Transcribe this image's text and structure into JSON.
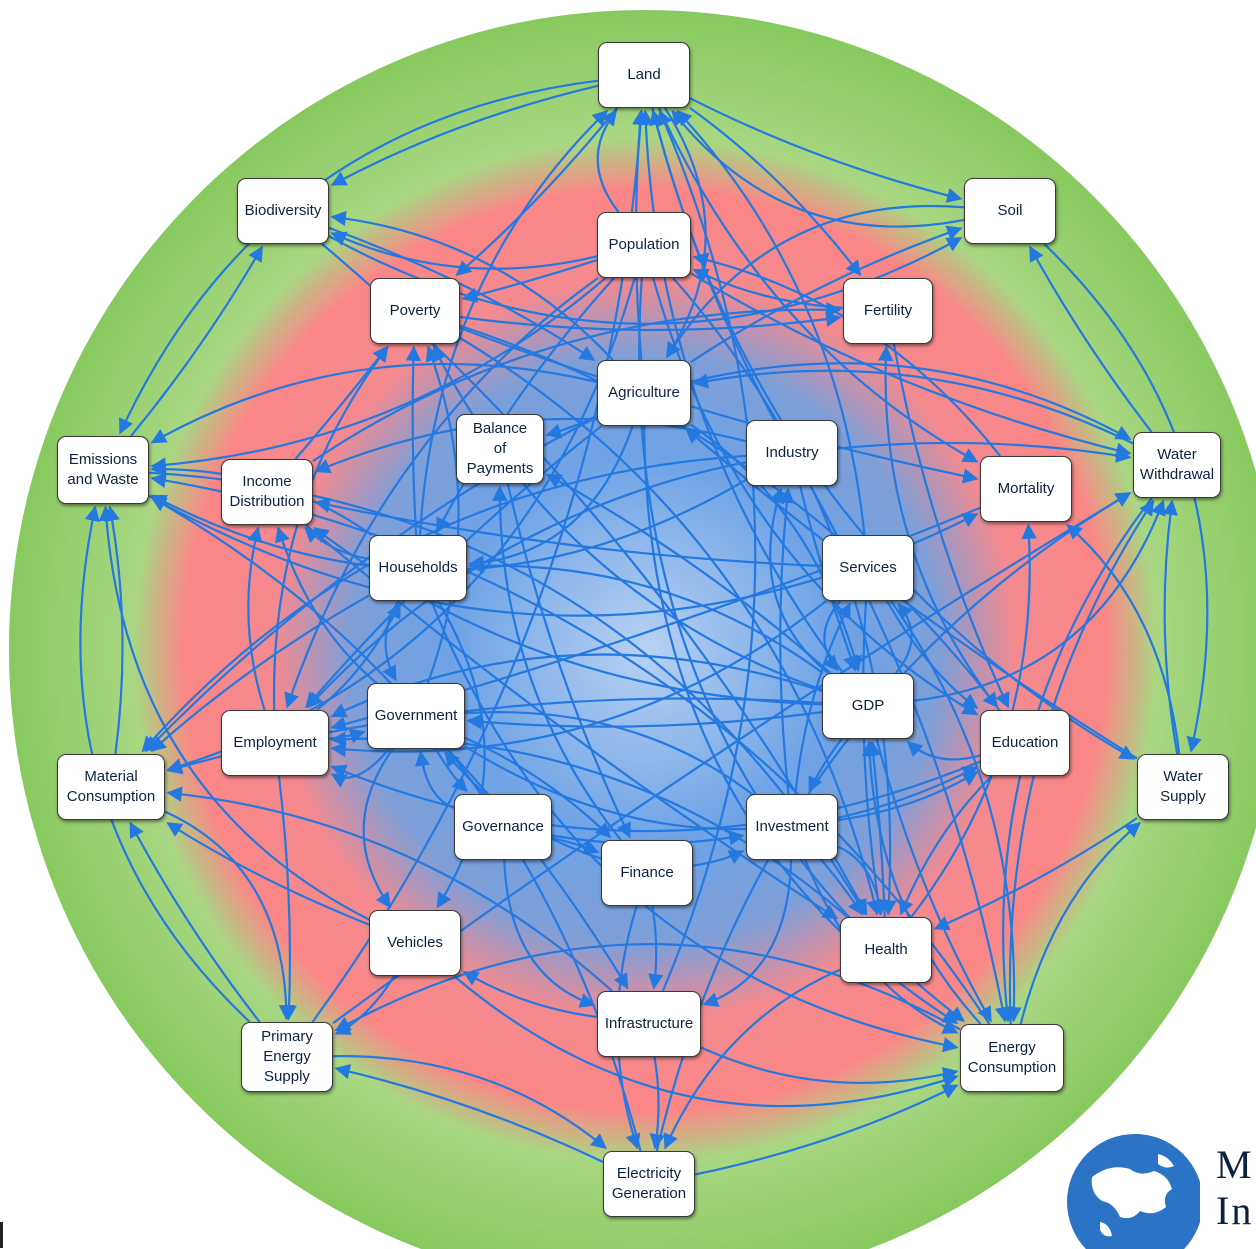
{
  "nodes": [
    {
      "id": "land",
      "label": "Land"
    },
    {
      "id": "soil",
      "label": "Soil"
    },
    {
      "id": "biodiversity",
      "label": "Biodiversity"
    },
    {
      "id": "population",
      "label": "Population"
    },
    {
      "id": "poverty",
      "label": "Poverty"
    },
    {
      "id": "fertility",
      "label": "Fertility"
    },
    {
      "id": "agriculture",
      "label": "Agriculture"
    },
    {
      "id": "balance",
      "label": "Balance\nof\nPayments"
    },
    {
      "id": "industry",
      "label": "Industry"
    },
    {
      "id": "emissions",
      "label": "Emissions\nand Waste"
    },
    {
      "id": "income",
      "label": "Income\nDistribution"
    },
    {
      "id": "mortality",
      "label": "Mortality"
    },
    {
      "id": "withdrawal",
      "label": "Water\nWithdrawal"
    },
    {
      "id": "households",
      "label": "Households"
    },
    {
      "id": "services",
      "label": "Services"
    },
    {
      "id": "gdp",
      "label": "GDP"
    },
    {
      "id": "government",
      "label": "Government"
    },
    {
      "id": "employment",
      "label": "Employment"
    },
    {
      "id": "education",
      "label": "Education"
    },
    {
      "id": "material",
      "label": "Material\nConsumption"
    },
    {
      "id": "watersupply",
      "label": "Water\nSupply"
    },
    {
      "id": "governance",
      "label": "Governance"
    },
    {
      "id": "investment",
      "label": "Investment"
    },
    {
      "id": "finance",
      "label": "Finance"
    },
    {
      "id": "vehicles",
      "label": "Vehicles"
    },
    {
      "id": "health",
      "label": "Health"
    },
    {
      "id": "infrastructure",
      "label": "Infrastructure"
    },
    {
      "id": "primary",
      "label": "Primary\nEnergy\nSupply"
    },
    {
      "id": "energycons",
      "label": "Energy\nConsumption"
    },
    {
      "id": "electricity",
      "label": "Electricity\nGeneration"
    }
  ],
  "edges": [
    [
      "population",
      "land"
    ],
    [
      "agriculture",
      "land"
    ],
    [
      "industry",
      "land"
    ],
    [
      "services",
      "land"
    ],
    [
      "infrastructure",
      "land"
    ],
    [
      "households",
      "land"
    ],
    [
      "gdp",
      "land"
    ],
    [
      "land",
      "biodiversity"
    ],
    [
      "land",
      "soil"
    ],
    [
      "land",
      "emissions"
    ],
    [
      "land",
      "agriculture"
    ],
    [
      "land",
      "poverty"
    ],
    [
      "agriculture",
      "soil"
    ],
    [
      "agriculture",
      "biodiversity"
    ],
    [
      "agriculture",
      "emissions"
    ],
    [
      "agriculture",
      "withdrawal"
    ],
    [
      "agriculture",
      "gdp"
    ],
    [
      "agriculture",
      "employment"
    ],
    [
      "agriculture",
      "balance"
    ],
    [
      "soil",
      "agriculture"
    ],
    [
      "soil",
      "watersupply"
    ],
    [
      "withdrawal",
      "soil"
    ],
    [
      "watersupply",
      "withdrawal"
    ],
    [
      "withdrawal",
      "agriculture"
    ],
    [
      "withdrawal",
      "energycons"
    ],
    [
      "population",
      "biodiversity"
    ],
    [
      "population",
      "emissions"
    ],
    [
      "population",
      "households"
    ],
    [
      "population",
      "withdrawal"
    ],
    [
      "population",
      "energycons"
    ],
    [
      "population",
      "material"
    ],
    [
      "population",
      "poverty"
    ],
    [
      "fertility",
      "population"
    ],
    [
      "mortality",
      "population"
    ],
    [
      "health",
      "mortality"
    ],
    [
      "education",
      "fertility"
    ],
    [
      "income",
      "fertility"
    ],
    [
      "poverty",
      "mortality"
    ],
    [
      "poverty",
      "fertility"
    ],
    [
      "gdp",
      "services"
    ],
    [
      "gdp",
      "industry"
    ],
    [
      "gdp",
      "investment"
    ],
    [
      "gdp",
      "government"
    ],
    [
      "gdp",
      "households"
    ],
    [
      "gdp",
      "employment"
    ],
    [
      "gdp",
      "poverty"
    ],
    [
      "gdp",
      "income"
    ],
    [
      "gdp",
      "balance"
    ],
    [
      "industry",
      "gdp"
    ],
    [
      "services",
      "gdp"
    ],
    [
      "industry",
      "emissions"
    ],
    [
      "industry",
      "energycons"
    ],
    [
      "industry",
      "withdrawal"
    ],
    [
      "industry",
      "employment"
    ],
    [
      "industry",
      "material"
    ],
    [
      "services",
      "employment"
    ],
    [
      "services",
      "energycons"
    ],
    [
      "services",
      "education"
    ],
    [
      "services",
      "health"
    ],
    [
      "government",
      "education"
    ],
    [
      "government",
      "health"
    ],
    [
      "government",
      "infrastructure"
    ],
    [
      "government",
      "finance"
    ],
    [
      "government",
      "poverty"
    ],
    [
      "government",
      "governance"
    ],
    [
      "government",
      "income"
    ],
    [
      "governance",
      "government"
    ],
    [
      "governance",
      "investment"
    ],
    [
      "governance",
      "finance"
    ],
    [
      "governance",
      "infrastructure"
    ],
    [
      "investment",
      "infrastructure"
    ],
    [
      "investment",
      "industry"
    ],
    [
      "investment",
      "services"
    ],
    [
      "investment",
      "energycons"
    ],
    [
      "finance",
      "investment"
    ],
    [
      "finance",
      "government"
    ],
    [
      "finance",
      "balance"
    ],
    [
      "balance",
      "finance"
    ],
    [
      "households",
      "material"
    ],
    [
      "households",
      "energycons"
    ],
    [
      "households",
      "vehicles"
    ],
    [
      "households",
      "poverty"
    ],
    [
      "households",
      "income"
    ],
    [
      "households",
      "government"
    ],
    [
      "households",
      "emissions"
    ],
    [
      "employment",
      "income"
    ],
    [
      "employment",
      "poverty"
    ],
    [
      "employment",
      "households"
    ],
    [
      "income",
      "poverty"
    ],
    [
      "vehicles",
      "energycons"
    ],
    [
      "vehicles",
      "emissions"
    ],
    [
      "vehicles",
      "material"
    ],
    [
      "infrastructure",
      "vehicles"
    ],
    [
      "infrastructure",
      "material"
    ],
    [
      "infrastructure",
      "energycons"
    ],
    [
      "infrastructure",
      "electricity"
    ],
    [
      "primary",
      "electricity"
    ],
    [
      "electricity",
      "energycons"
    ],
    [
      "electricity",
      "primary"
    ],
    [
      "energycons",
      "primary"
    ],
    [
      "primary",
      "emissions"
    ],
    [
      "primary",
      "material"
    ],
    [
      "primary",
      "withdrawal"
    ],
    [
      "primary",
      "land"
    ],
    [
      "energycons",
      "emissions"
    ],
    [
      "energycons",
      "watersupply"
    ],
    [
      "energycons",
      "withdrawal"
    ],
    [
      "material",
      "emissions"
    ],
    [
      "emissions",
      "biodiversity"
    ],
    [
      "emissions",
      "mortality"
    ],
    [
      "emissions",
      "health"
    ],
    [
      "watersupply",
      "health"
    ],
    [
      "watersupply",
      "agriculture"
    ],
    [
      "watersupply",
      "mortality"
    ],
    [
      "health",
      "employment"
    ],
    [
      "education",
      "employment"
    ],
    [
      "education",
      "gdp"
    ],
    [
      "education",
      "health"
    ],
    [
      "health",
      "gdp"
    ],
    [
      "biodiversity",
      "soil"
    ],
    [
      "soil",
      "land"
    ],
    [
      "biodiversity",
      "health"
    ],
    [
      "mortality",
      "employment"
    ],
    [
      "population",
      "employment"
    ],
    [
      "population",
      "education"
    ],
    [
      "population",
      "health"
    ],
    [
      "energycons",
      "gdp"
    ],
    [
      "gdp",
      "energycons"
    ],
    [
      "gdp",
      "material"
    ],
    [
      "gdp",
      "withdrawal"
    ],
    [
      "material",
      "primary"
    ],
    [
      "employment",
      "primary"
    ],
    [
      "vehicles",
      "primary"
    ],
    [
      "health",
      "electricity"
    ],
    [
      "finance",
      "electricity"
    ],
    [
      "finance",
      "infrastructure"
    ],
    [
      "investment",
      "health"
    ],
    [
      "investment",
      "education"
    ],
    [
      "agriculture",
      "material"
    ],
    [
      "agriculture",
      "energycons"
    ],
    [
      "agriculture",
      "households"
    ],
    [
      "biodiversity",
      "agriculture"
    ],
    [
      "land",
      "fertility"
    ],
    [
      "land",
      "mortality"
    ],
    [
      "land",
      "watersupply"
    ],
    [
      "poverty",
      "health"
    ],
    [
      "poverty",
      "education"
    ],
    [
      "income",
      "health"
    ],
    [
      "fertility",
      "education"
    ],
    [
      "government",
      "vehicles"
    ],
    [
      "government",
      "employment"
    ],
    [
      "employment",
      "government"
    ],
    [
      "services",
      "income"
    ],
    [
      "industry",
      "income"
    ],
    [
      "electricity",
      "emissions"
    ],
    [
      "electricity",
      "withdrawal"
    ]
  ],
  "colors": {
    "edge": "#2479e0",
    "outer": "#8fcf6a",
    "middle": "#ff8585",
    "inner": "#6aa0e4",
    "node_border": "#3a3a3a",
    "text": "#0d2240"
  },
  "logo": {
    "text": "M\nIn",
    "icon": "globe-icon"
  }
}
